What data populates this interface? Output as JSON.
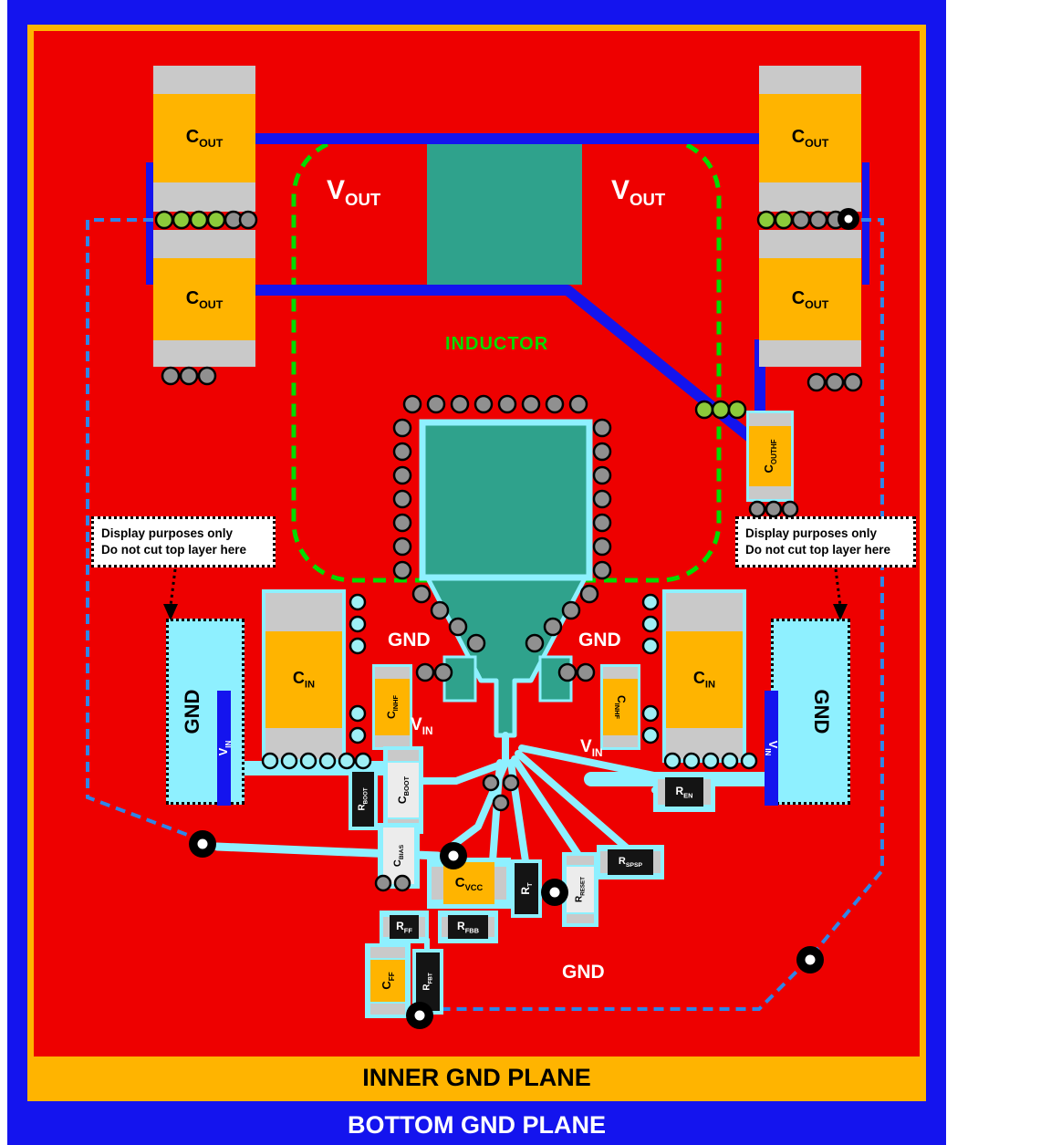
{
  "palette": {
    "board_red": "#EE0000",
    "frame_blue": "#1414EE",
    "plane_orange": "#FFB400",
    "copper_teal": "#2FA28C",
    "top_layer_cyan": "#8EF0FF",
    "trace_blue": "#1414EE",
    "inductor_green": "#00DC00",
    "bottom_route_dashed_blue": "#2E86E8",
    "pad_gray": "#C9C9C9",
    "via_gray": "#909090",
    "via_green": "#8CCB3A",
    "via_cyan": "#9EEFF5",
    "component_black": "#141414",
    "component_light": "#ECECEC"
  },
  "planes": {
    "inner": "INNER GND PLANE",
    "bottom": "BOTTOM GND PLANE"
  },
  "nets": {
    "vout": {
      "main": "V",
      "sub": "OUT"
    },
    "vin": {
      "main": "V",
      "sub": "IN"
    },
    "gnd": "GND",
    "inductor": "INDUCTOR"
  },
  "components": {
    "cout": {
      "main": "C",
      "sub": "OUT"
    },
    "couthf": {
      "main": "C",
      "sub": "OUTHF"
    },
    "cin": {
      "main": "C",
      "sub": "IN"
    },
    "cinhf": {
      "main": "C",
      "sub": "INHF"
    },
    "rboot": {
      "main": "R",
      "sub": "BOOT"
    },
    "cboot": {
      "main": "C",
      "sub": "BOOT"
    },
    "cbias": {
      "main": "C",
      "sub": "BIAS"
    },
    "cvcc": {
      "main": "C",
      "sub": "VCC"
    },
    "rt": {
      "main": "R",
      "sub": "T"
    },
    "rreset": {
      "main": "R",
      "sub": "RESET"
    },
    "rspsp": {
      "main": "R",
      "sub": "SPSP"
    },
    "ren": {
      "main": "R",
      "sub": "EN"
    },
    "rff": {
      "main": "R",
      "sub": "FF"
    },
    "rfbb": {
      "main": "R",
      "sub": "FBB"
    },
    "cff": {
      "main": "C",
      "sub": "FF"
    },
    "rfbt": {
      "main": "R",
      "sub": "FBT"
    }
  },
  "notes": {
    "line1": "Display purposes only",
    "line2": "Do not cut top layer here"
  }
}
